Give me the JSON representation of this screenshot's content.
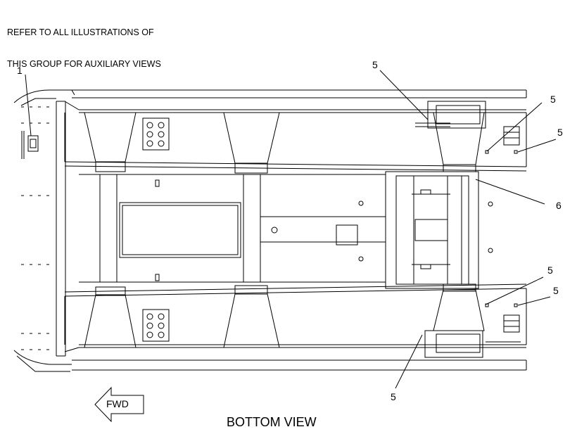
{
  "note": {
    "line1": "REFER TO ALL ILLUSTRATIONS OF",
    "line2": "THIS GROUP FOR AUXILIARY VIEWS"
  },
  "view_title": "BOTTOM VIEW",
  "direction_arrow": {
    "label": "FWD",
    "icon": "left-arrow-icon"
  },
  "callouts": [
    "1",
    "5",
    "5",
    "5",
    "6",
    "5",
    "5",
    "5"
  ]
}
